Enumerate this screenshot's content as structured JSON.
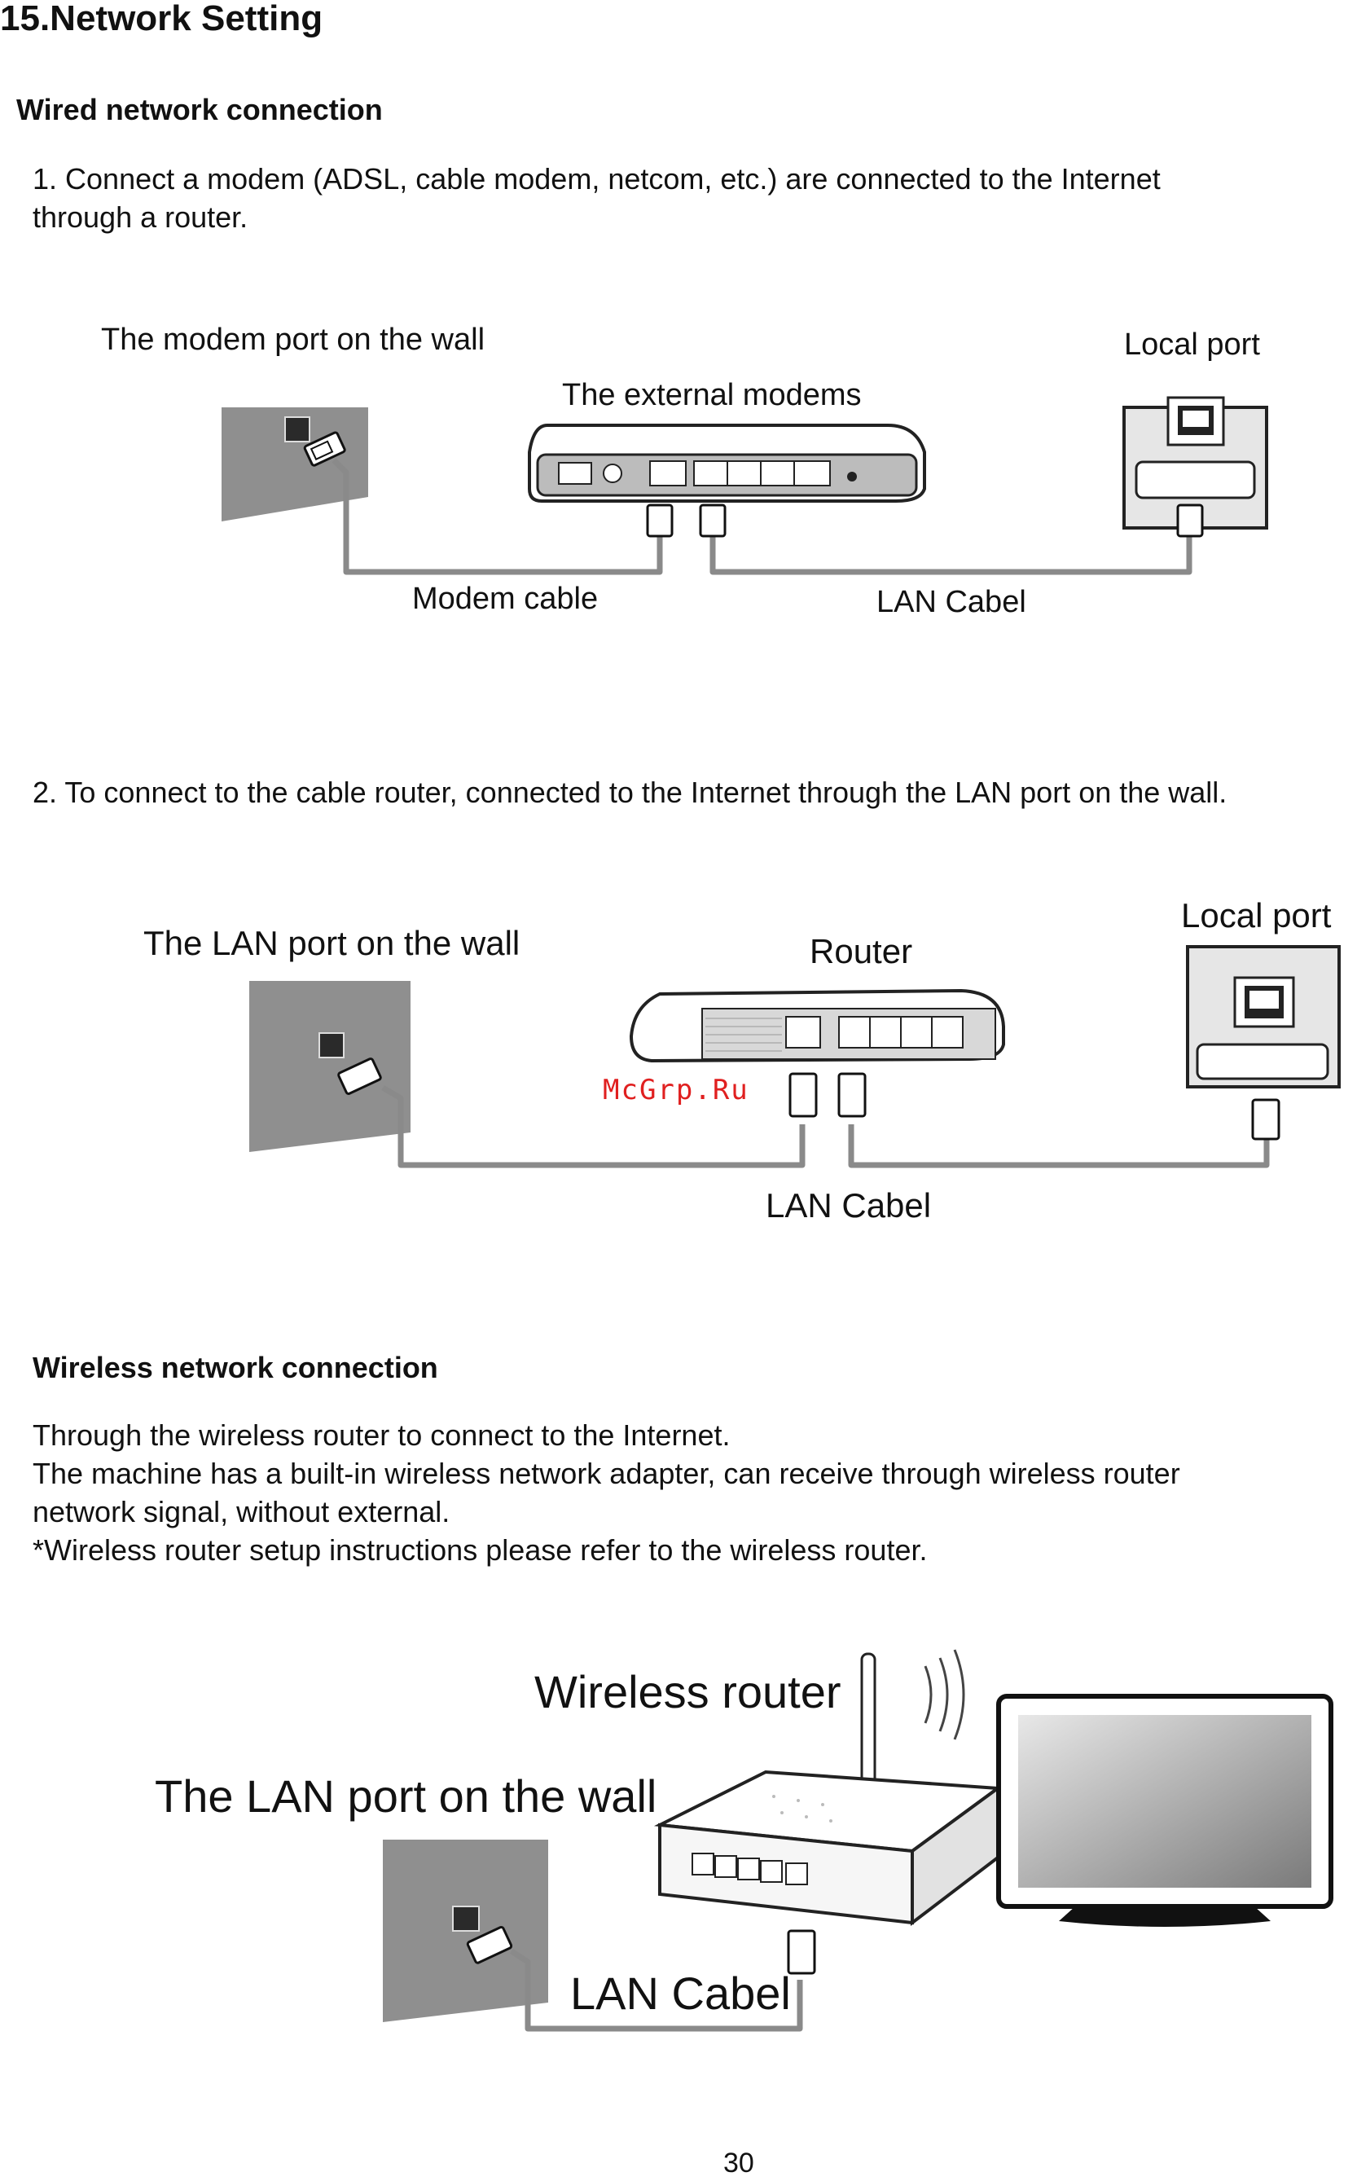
{
  "page": {
    "title": "15.Network Setting",
    "page_number": "30"
  },
  "wired": {
    "heading": "Wired network connection",
    "step1": {
      "line1": "1. Connect a modem (ADSL, cable modem, netcom, etc.) are connected to the Internet",
      "line2": "through a router."
    },
    "fig1": {
      "wall_label": "The modem port on the wall",
      "modem_label": "The external modems",
      "local_port_label": "Local port",
      "modem_cable_label": "Modem cable",
      "lan_cable_label": "LAN Cabel"
    },
    "step2": "2. To connect to the cable router, connected to the Internet through the LAN port on the wall.",
    "fig2": {
      "wall_label": "The LAN port on the wall",
      "router_label": "Router",
      "local_port_label": "Local port",
      "lan_cable_label": "LAN Cabel",
      "watermark": "McGrp.Ru"
    }
  },
  "wireless": {
    "heading": "Wireless network connection",
    "lines": [
      "Through the wireless router to connect to the Internet.",
      "The machine has a built-in wireless network adapter, can receive through wireless router",
      "network signal, without external.",
      "*Wireless router setup instructions please refer to the wireless router."
    ],
    "fig3": {
      "router_label": "Wireless router",
      "wall_label": "The LAN port on the wall",
      "lan_cable_label": "LAN Cabel"
    }
  }
}
